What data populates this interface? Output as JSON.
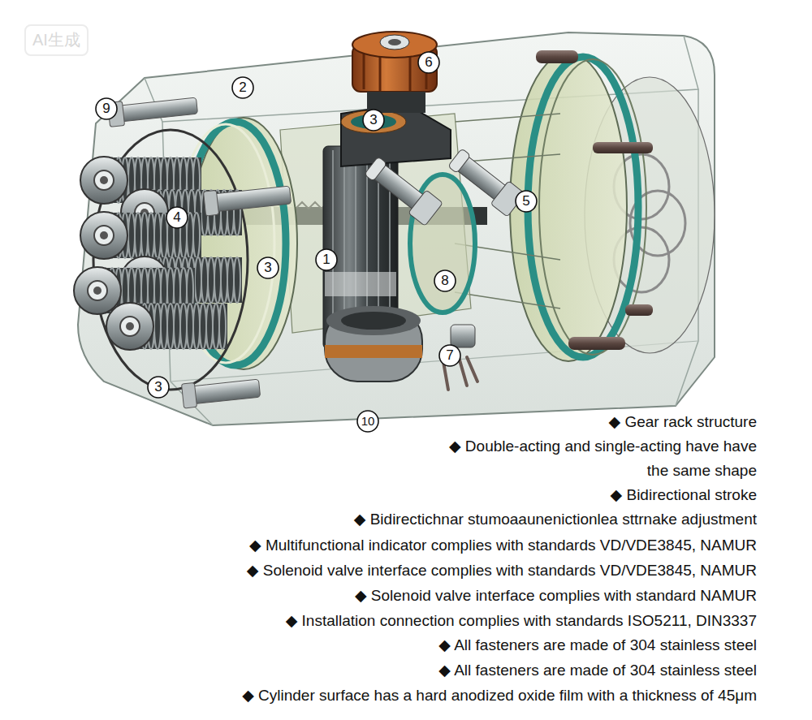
{
  "diagram": {
    "labels": [
      "AI生成",
      "2",
      "6",
      "9",
      "3",
      "4",
      "5",
      "1",
      "3",
      "8",
      "7",
      "3",
      "10",
      "◆ Gear rack structure",
      "◆ Double-acting and single-acting have have the same shape",
      "◆ Bidirectional stroke",
      "◆ Bidirectichnar stumoaaunenictionlea sttrnake adjustment",
      "◆ Multifunctional indicator complies with standards VD/VDE3845, NAMUR",
      "◆ Solenoid valve interface complies with standards VD/VDE3845, NAMUR",
      "◆ Solenoid valve interface complies with standard NAMUR",
      "◆ Installation connection complies with standards ISO5211, DIN3337",
      "◆ All fasteners are made of 304 stainless steel",
      "◆ All fasteners are made of 304 stainless steel",
      "◆ Cylinder surface has a hard anodized oxide film with a thickness of 45μm"
    ]
  }
}
